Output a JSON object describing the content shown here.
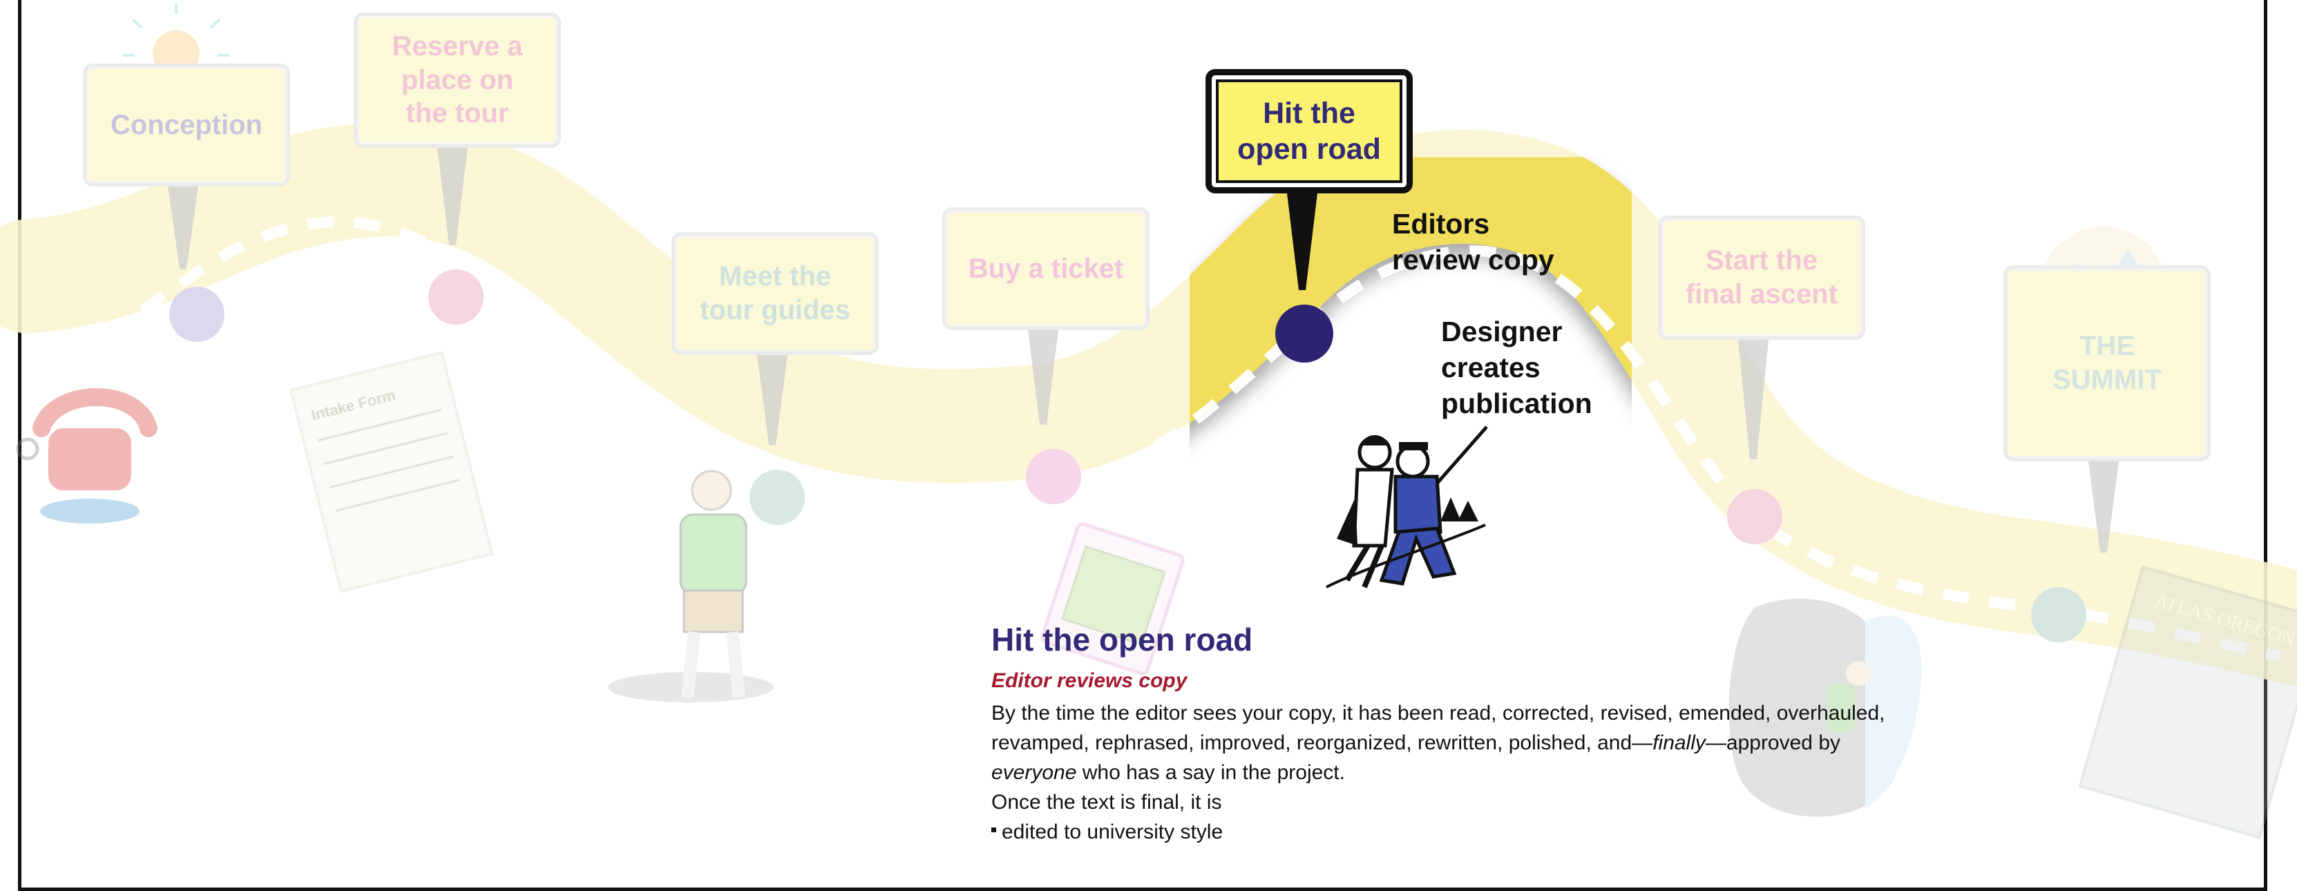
{
  "colors": {
    "road_faded": "#fbf6d2",
    "road_active": "#f1de5c",
    "active_dot": "#2b2470",
    "title_purple": "#322a77",
    "subtitle_red": "#a6192e"
  },
  "stages": [
    {
      "id": "conception",
      "label": "Conception",
      "dot_color": "#dcd8ee",
      "text_color": "#c8c4e0",
      "icon": "lightbulb-icon"
    },
    {
      "id": "reserve",
      "label": "Reserve a\nplace on\nthe tour",
      "dot_color": "#f5d5e0",
      "text_color": "#f2c6d6",
      "icon": "intake-form-icon"
    },
    {
      "id": "meet-guides",
      "label": "Meet the\ntour guides",
      "dot_color": "#d8e8e4",
      "text_color": "#cfe2dd",
      "icon": "tour-guide-icon"
    },
    {
      "id": "buy-ticket",
      "label": "Buy a ticket",
      "dot_color": "#f7d5ea",
      "text_color": "#f2c4df",
      "icon": "ticket-icon"
    },
    {
      "id": "open-road",
      "label": "Hit the\nopen road",
      "dot_color": "#2b2470",
      "text_color": "#322a77",
      "icon": "hikers-icon"
    },
    {
      "id": "final-ascent",
      "label": "Start the\nfinal ascent",
      "dot_color": "#f5d5e0",
      "text_color": "#f2c6d6",
      "icon": "climber-icon"
    },
    {
      "id": "summit",
      "label": "THE\nSUMMIT",
      "dot_color": "#d5e6e0",
      "text_color": "#d4e4e1",
      "icon": "mountain-icon"
    }
  ],
  "active_notes": {
    "editors": "Editors\nreview copy",
    "designer": "Designer\ncreates\npublication"
  },
  "decorations": {
    "form_label": "Intake Form",
    "atlas_label": "ATLAS OREGON"
  },
  "article": {
    "title": "Hit the open road",
    "subtitle": "Editor reviews copy",
    "p1_a": "By the time the editor sees your copy, it has been read, corrected, revised, emended, overhauled, revamped, rephrased, improved, reorganized, rewritten, polished, and—",
    "p1_em1": "finally",
    "p1_b": "—approved by ",
    "p1_em2": "everyone",
    "p1_c": " who has a say in the project.",
    "p2": "Once the text is final, it is",
    "bullets": [
      "edited to university style"
    ]
  }
}
